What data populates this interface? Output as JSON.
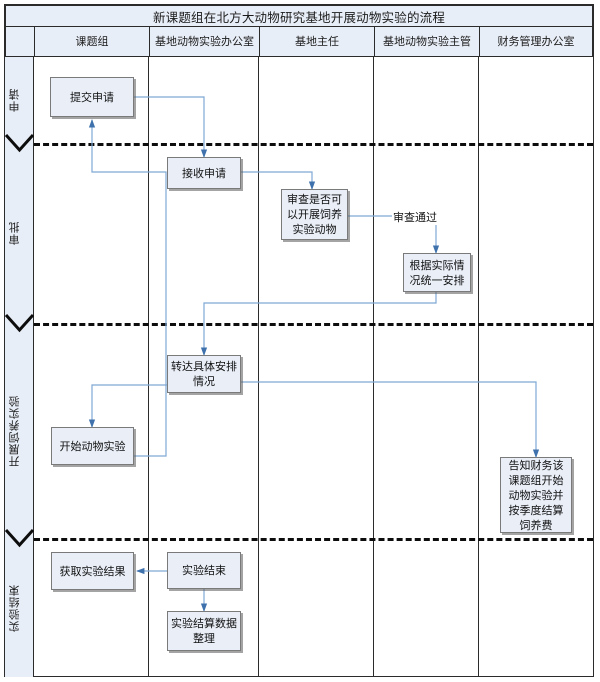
{
  "diagram": {
    "title": "新课题组在北方大动物研究基地开展动物实验的流程",
    "type": "swimlane-flowchart"
  },
  "columns": [
    {
      "id": "col-project-team",
      "label": "课题组"
    },
    {
      "id": "col-animal-lab-office",
      "label": "基地动物实验办公室"
    },
    {
      "id": "col-base-director",
      "label": "基地主任"
    },
    {
      "id": "col-animal-lab-supervisor",
      "label": "基地动物实验主管"
    },
    {
      "id": "col-finance-office",
      "label": "财务管理办公室"
    }
  ],
  "phases": [
    {
      "id": "phase-application",
      "label": "申请"
    },
    {
      "id": "phase-approval",
      "label": "审批"
    },
    {
      "id": "phase-conduct",
      "label": "开展饲养实验"
    },
    {
      "id": "phase-finish",
      "label": "实验结束"
    }
  ],
  "nodes": [
    {
      "id": "node-submit-application",
      "label": "提交申请",
      "column": "col-project-team",
      "phase": "phase-application"
    },
    {
      "id": "node-receive-application",
      "label": "接收申请",
      "column": "col-animal-lab-office",
      "phase": "phase-approval"
    },
    {
      "id": "node-review-feasibility",
      "label": "审查是否可以开展饲养实验动物",
      "column": "col-base-director",
      "phase": "phase-approval"
    },
    {
      "id": "node-unified-arrangement",
      "label": "根据实际情况统一安排",
      "column": "col-animal-lab-supervisor",
      "phase": "phase-approval"
    },
    {
      "id": "node-convey-arrangement",
      "label": "转达具体安排情况",
      "column": "col-animal-lab-office",
      "phase": "phase-conduct"
    },
    {
      "id": "node-start-experiment",
      "label": "开始动物实验",
      "column": "col-project-team",
      "phase": "phase-conduct"
    },
    {
      "id": "node-notify-finance",
      "label": "告知财务该课题组开始动物实验并按季度结算饲养费",
      "column": "col-finance-office",
      "phase": "phase-conduct"
    },
    {
      "id": "node-get-results",
      "label": "获取实验结果",
      "column": "col-project-team",
      "phase": "phase-finish"
    },
    {
      "id": "node-experiment-end",
      "label": "实验结束",
      "column": "col-animal-lab-office",
      "phase": "phase-finish"
    },
    {
      "id": "node-settlement-data",
      "label": "实验结算数据整理",
      "column": "col-animal-lab-office",
      "phase": "phase-finish"
    }
  ],
  "edges": [
    {
      "from": "node-submit-application",
      "to": "node-receive-application",
      "label": ""
    },
    {
      "from": "node-receive-application",
      "to": "node-review-feasibility",
      "label": ""
    },
    {
      "from": "node-review-feasibility",
      "to": "node-unified-arrangement",
      "label": "审查通过"
    },
    {
      "from": "node-unified-arrangement",
      "to": "node-convey-arrangement",
      "label": ""
    },
    {
      "from": "node-convey-arrangement",
      "to": "node-start-experiment",
      "label": ""
    },
    {
      "from": "node-convey-arrangement",
      "to": "node-notify-finance",
      "label": ""
    },
    {
      "from": "node-start-experiment",
      "to": "node-submit-application",
      "label": ""
    },
    {
      "from": "node-experiment-end",
      "to": "node-get-results",
      "label": ""
    },
    {
      "from": "node-experiment-end",
      "to": "node-settlement-data",
      "label": ""
    }
  ],
  "edge_labels": {
    "review_passed": "审查通过"
  },
  "colors": {
    "header_fill": "#e8eef7",
    "box_fill": "#e9eef7",
    "box_border": "#7a7a7a",
    "frame_border": "#2b2b2b",
    "connector": "#5b8fc9",
    "phase_separator": "#0d0d0d"
  }
}
